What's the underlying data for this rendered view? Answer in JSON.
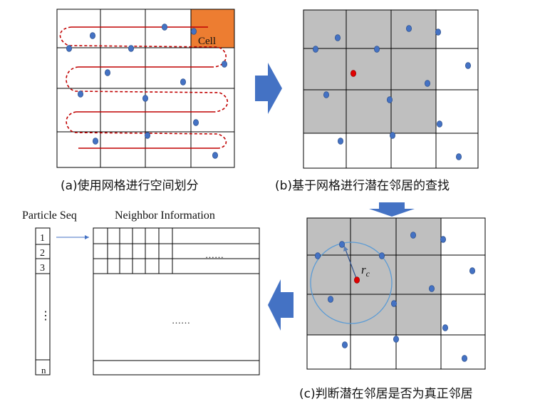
{
  "panels": {
    "a": {
      "caption": "(a)使用网格进行空间划分",
      "cell_label": "Cell"
    },
    "b": {
      "caption": "(b)基于网格进行潜在邻居的查找"
    },
    "c": {
      "caption": "(c)判断潜在邻居是否为真正邻居",
      "radius_label": "r",
      "radius_sub": "c"
    },
    "d": {
      "seq_title": "Particle Seq",
      "info_title": "Neighbor Information",
      "seq_items": [
        "1",
        "2",
        "3",
        "⋮",
        "n"
      ],
      "dots_top": "……",
      "dots_mid": "……"
    }
  },
  "colors": {
    "cell_highlight": "#ED7D31",
    "particle": "#4472C4",
    "particle_stroke": "#2F528F",
    "target_particle": "#E00000",
    "path": "#C00000",
    "arrow": "#4472C4",
    "shade": "#BFBFBF",
    "circle": "#5B9BD5"
  }
}
